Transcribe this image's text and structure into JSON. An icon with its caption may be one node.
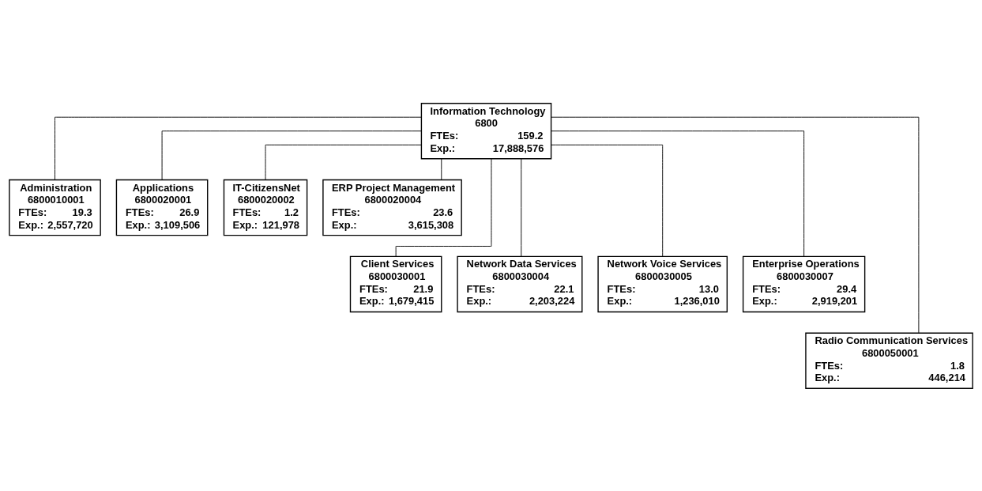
{
  "diagram": {
    "nodes": [
      {
        "text": [
          "Information Technology",
          "6800",
          "FTEs:",
          "159.2",
          "Exp.:",
          "17,888,576"
        ]
      },
      {
        "text": [
          "Administration",
          "6800010001",
          "FTEs:",
          "19.3",
          "Exp.:",
          "2,557,720"
        ]
      },
      {
        "text": [
          "Applications",
          "6800020001",
          "FTEs:",
          "26.9",
          "Exp.:",
          "3,109,506"
        ]
      },
      {
        "text": [
          "IT-CitizensNet",
          "6800020002",
          "FTEs:",
          "1.2",
          "Exp.:",
          "121,978"
        ]
      },
      {
        "text": [
          "ERP Project Management",
          "6800020004",
          "FTEs:",
          "23.6",
          "Exp.:",
          "3,615,308"
        ]
      },
      {
        "text": [
          "Client Services",
          "6800030001",
          "FTEs:",
          "21.9",
          "Exp.:",
          "1,679,415"
        ]
      },
      {
        "text": [
          "Network Data Services",
          "6800030004",
          "FTEs:",
          "22.1",
          "Exp.:",
          "2,203,224"
        ]
      },
      {
        "text": [
          "Network Voice Services",
          "6800030005",
          "FTEs:",
          "13.0",
          "Exp.:",
          "1,236,010"
        ]
      },
      {
        "text": [
          "Enterprise Operations",
          "6800030007",
          "FTEs:",
          "29.4",
          "Exp.:",
          "2,919,201"
        ]
      },
      {
        "text": [
          "Radio Communication Services",
          "6800050001",
          "FTEs:",
          "1.8",
          "Exp.:",
          "446,214"
        ]
      }
    ],
    "edges": [
      {
        "from": 0,
        "to": 1,
        "arrow": "none"
      },
      {
        "from": 0,
        "to": 2,
        "arrow": "none"
      },
      {
        "from": 0,
        "to": 3,
        "arrow": "none"
      },
      {
        "from": 0,
        "to": 4,
        "arrow": "none"
      },
      {
        "from": 0,
        "to": 5,
        "arrow": "none"
      },
      {
        "from": 0,
        "to": 6,
        "arrow": "none"
      },
      {
        "from": 0,
        "to": 7,
        "arrow": "none"
      },
      {
        "from": 0,
        "to": 8,
        "arrow": "none"
      },
      {
        "from": 0,
        "to": 9,
        "arrow": "none"
      }
    ]
  }
}
